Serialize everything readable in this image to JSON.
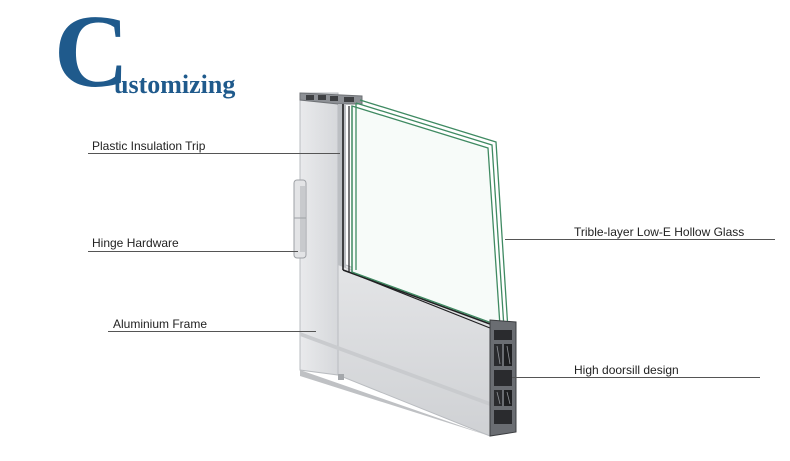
{
  "header": {
    "title_initial": "C",
    "title_rest": "ustomizing",
    "title_color": "#1f5a8c"
  },
  "callouts": {
    "plastic_insulation": "Plastic Insulation Trip",
    "hinge_hardware": "Hinge Hardware",
    "aluminium_frame": "Aluminium Frame",
    "glass": "Trible-layer Low-E Hollow Glass",
    "doorsill": "High doorsill design"
  }
}
